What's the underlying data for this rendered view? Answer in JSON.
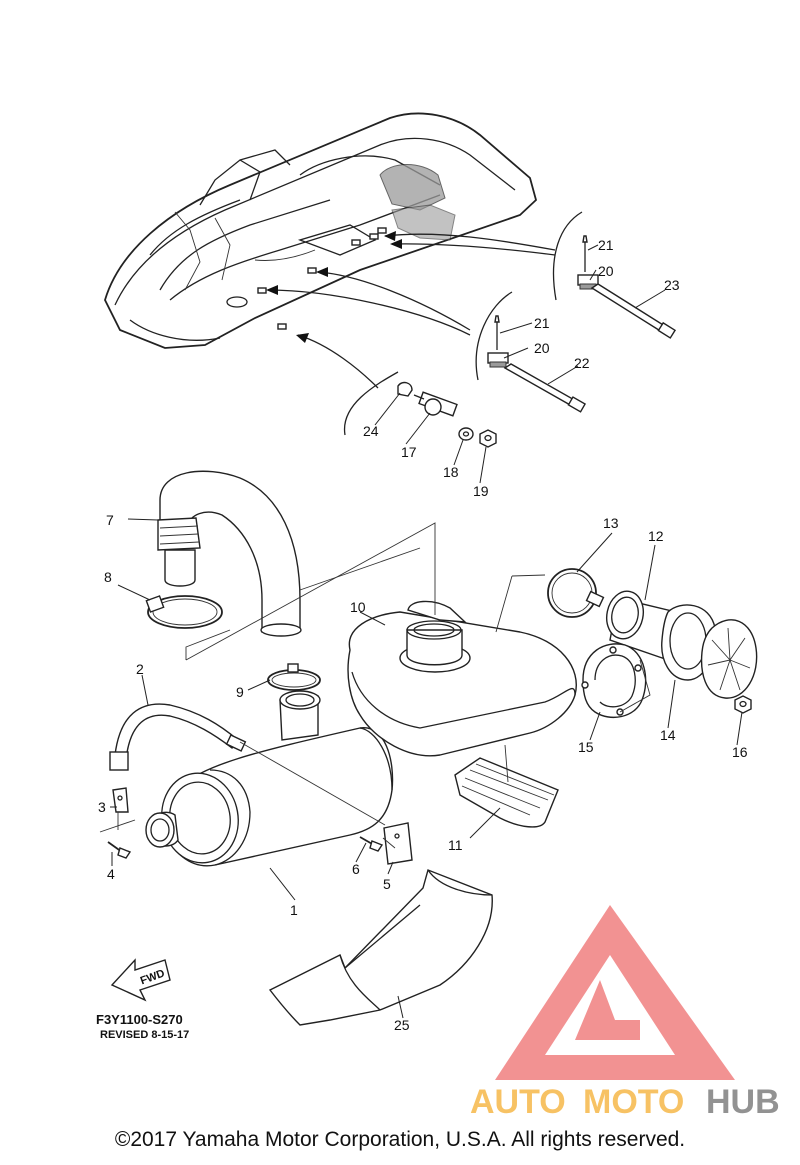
{
  "diagram": {
    "drawing_code": "F3Y1100-S270",
    "revised": "REVISED 8-15-17",
    "fwd_label": "FWD",
    "copyright": "©2017 Yamaha Motor Corporation, U.S.A. All rights reserved.",
    "watermark": {
      "part1": "AUTO",
      "part2": "MOTO",
      "part3": "HUB"
    },
    "callouts": {
      "c1": "1",
      "c2": "2",
      "c3": "3",
      "c4": "4",
      "c5": "5",
      "c6": "6",
      "c7": "7",
      "c8": "8",
      "c9": "9",
      "c10": "10",
      "c11": "11",
      "c12": "12",
      "c13": "13",
      "c14": "14",
      "c15": "15",
      "c16": "16",
      "c17": "17",
      "c18": "18",
      "c19": "19",
      "c20a": "20",
      "c20b": "20",
      "c21a": "21",
      "c21b": "21",
      "c22": "22",
      "c23": "23",
      "c24": "24",
      "c25": "25"
    }
  },
  "colors": {
    "line": "#222222",
    "logo_red": "#f08080",
    "logo_orange": "#f6b84a",
    "logo_gray": "#7f7f7f"
  }
}
